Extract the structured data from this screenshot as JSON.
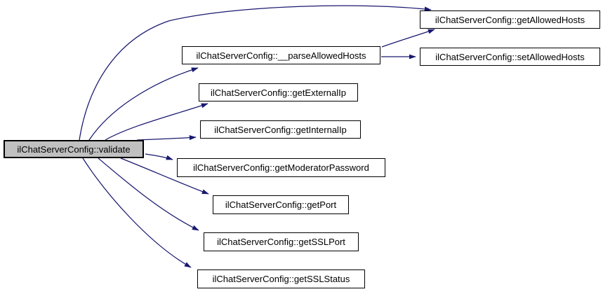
{
  "diagram": {
    "type": "call-graph",
    "colors": {
      "edge": "#191970",
      "node_border": "#000000",
      "node_fill": "#ffffff",
      "root_fill": "#c0c0c0",
      "background": "#ffffff"
    },
    "nodes": {
      "validate": "ilChatServerConfig::validate",
      "getAllowedHosts": "ilChatServerConfig::getAllowedHosts",
      "parseAllowedHosts": "ilChatServerConfig::__parseAllowedHosts",
      "setAllowedHosts": "ilChatServerConfig::setAllowedHosts",
      "getExternalIp": "ilChatServerConfig::getExternalIp",
      "getInternalIp": "ilChatServerConfig::getInternalIp",
      "getModeratorPassword": "ilChatServerConfig::getModeratorPassword",
      "getPort": "ilChatServerConfig::getPort",
      "getSSLPort": "ilChatServerConfig::getSSLPort",
      "getSSLStatus": "ilChatServerConfig::getSSLStatus"
    },
    "edges": [
      {
        "from": "validate",
        "to": "getAllowedHosts"
      },
      {
        "from": "validate",
        "to": "parseAllowedHosts"
      },
      {
        "from": "parseAllowedHosts",
        "to": "getAllowedHosts"
      },
      {
        "from": "parseAllowedHosts",
        "to": "setAllowedHosts"
      },
      {
        "from": "validate",
        "to": "getExternalIp"
      },
      {
        "from": "validate",
        "to": "getInternalIp"
      },
      {
        "from": "validate",
        "to": "getModeratorPassword"
      },
      {
        "from": "validate",
        "to": "getPort"
      },
      {
        "from": "validate",
        "to": "getSSLPort"
      },
      {
        "from": "validate",
        "to": "getSSLStatus"
      }
    ]
  }
}
